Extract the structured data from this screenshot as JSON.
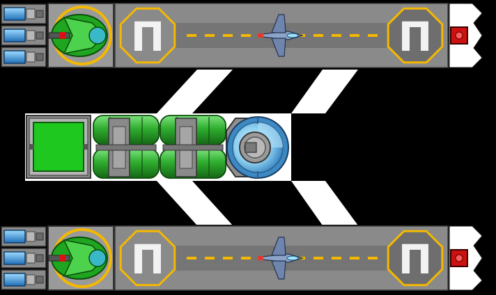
{
  "scene": {
    "background": "#000000",
    "hull_color": "#9a9a9a",
    "runway_color": "#7d7d7d",
    "connector_color": "#ffffff",
    "accent_yellow": "#f5b800",
    "accent_green": "#1fc81f",
    "accent_blue": "#3aa6e8",
    "warning_red": "#cc1111"
  },
  "module_icons": [
    "battery-module-icon",
    "turret-module-icon",
    "fighter-ship-icon",
    "reactor-module-icon",
    "fuel-tank-icon",
    "shield-generator-icon",
    "warning-light-icon"
  ],
  "hangars": [
    {
      "name": "upper-hangar",
      "pad_labels": [
        "Π",
        "Π"
      ],
      "battery_count": 3,
      "has_fighter": true
    },
    {
      "name": "lower-hangar",
      "pad_labels": [
        "Π",
        "Π"
      ],
      "battery_count": 3,
      "has_fighter": true
    }
  ],
  "core": {
    "fuel_tank_pairs": 2,
    "reactor_color": "#1fc81f",
    "dome_color": "#8ccff0"
  }
}
